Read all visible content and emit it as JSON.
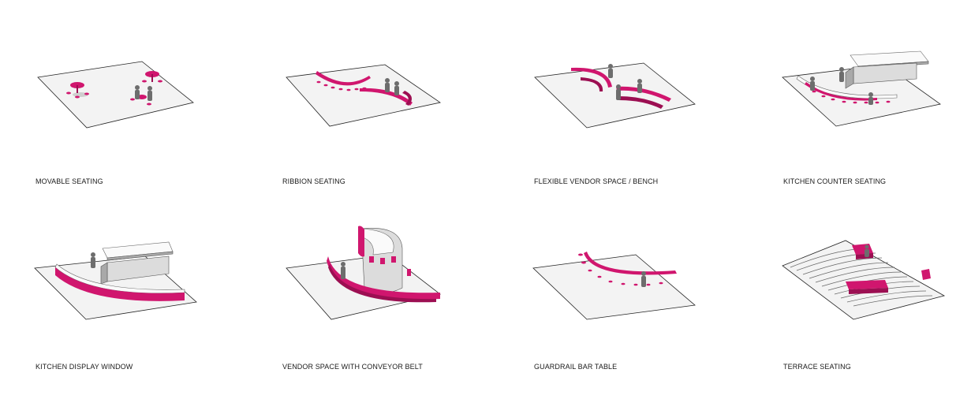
{
  "panels": [
    {
      "id": "movable",
      "label": "MOVABLE SEATING"
    },
    {
      "id": "ribbion",
      "label": "RIBBION SEATING"
    },
    {
      "id": "flexible",
      "label": "FLEXIBLE VENDOR SPACE / BENCH"
    },
    {
      "id": "kitchen-counter",
      "label": "KITCHEN COUNTER SEATING"
    },
    {
      "id": "kitchen-display",
      "label": "KITCHEN DISPLAY WINDOW"
    },
    {
      "id": "vendor-conveyor",
      "label": "VENDOR SPACE WITH CONVEYOR BELT"
    },
    {
      "id": "guardrail",
      "label": "GUARDRAIL BAR TABLE"
    },
    {
      "id": "terrace",
      "label": "TERRACE SEATING"
    }
  ],
  "colors": {
    "accent": "#d0166e",
    "accent_dark": "#9c0f52",
    "plate": "#f3f3f3",
    "person": "#6d6d6d"
  }
}
